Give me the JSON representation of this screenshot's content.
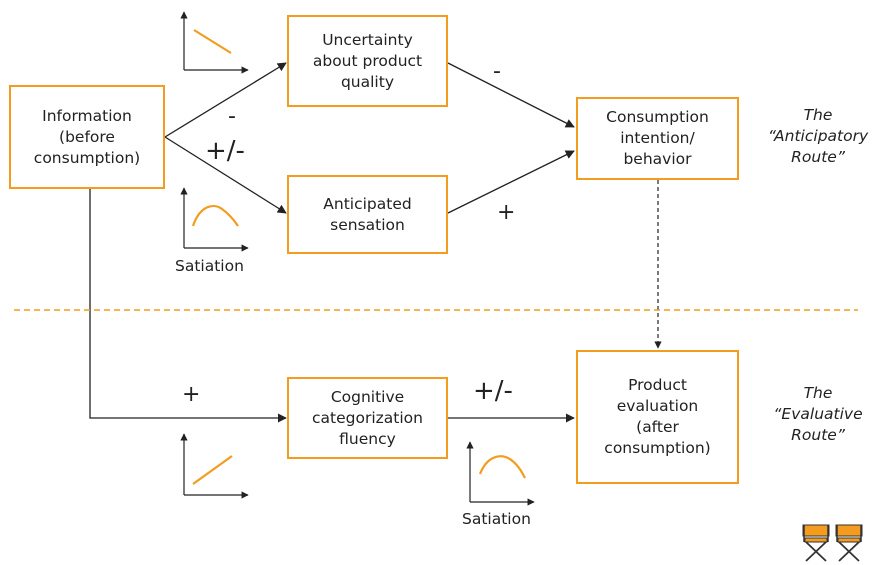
{
  "boxes": {
    "information": [
      "Information",
      "(before",
      "consumption)"
    ],
    "uncertainty": [
      "Uncertainty",
      "about product",
      "quality"
    ],
    "anticipated": [
      "Anticipated",
      "sensation"
    ],
    "consumption": [
      "Consumption",
      "intention/",
      "behavior"
    ],
    "cognitive": [
      "Cognitive",
      "categorization",
      "fluency"
    ],
    "evaluation": [
      "Product",
      "evaluation",
      "(after",
      "consumption)"
    ]
  },
  "signs": {
    "info_to_uncertainty": "-",
    "info_to_anticipated": "+/-",
    "uncertainty_to_consumption": "-",
    "anticipated_to_consumption": "+",
    "info_to_cognitive": "+",
    "cognitive_to_evaluation": "+/-"
  },
  "routes": {
    "anticipatory": [
      "The",
      "“Anticipatory",
      "Route”"
    ],
    "evaluative": [
      "The",
      "“Evaluative",
      "Route”"
    ]
  },
  "captions": {
    "satiation_top": "Satiation",
    "satiation_bottom": "Satiation"
  },
  "colors": {
    "accent": "#f39c1f",
    "line": "#222222"
  },
  "icons": [
    "director-chair-icon",
    "director-chair-icon"
  ]
}
